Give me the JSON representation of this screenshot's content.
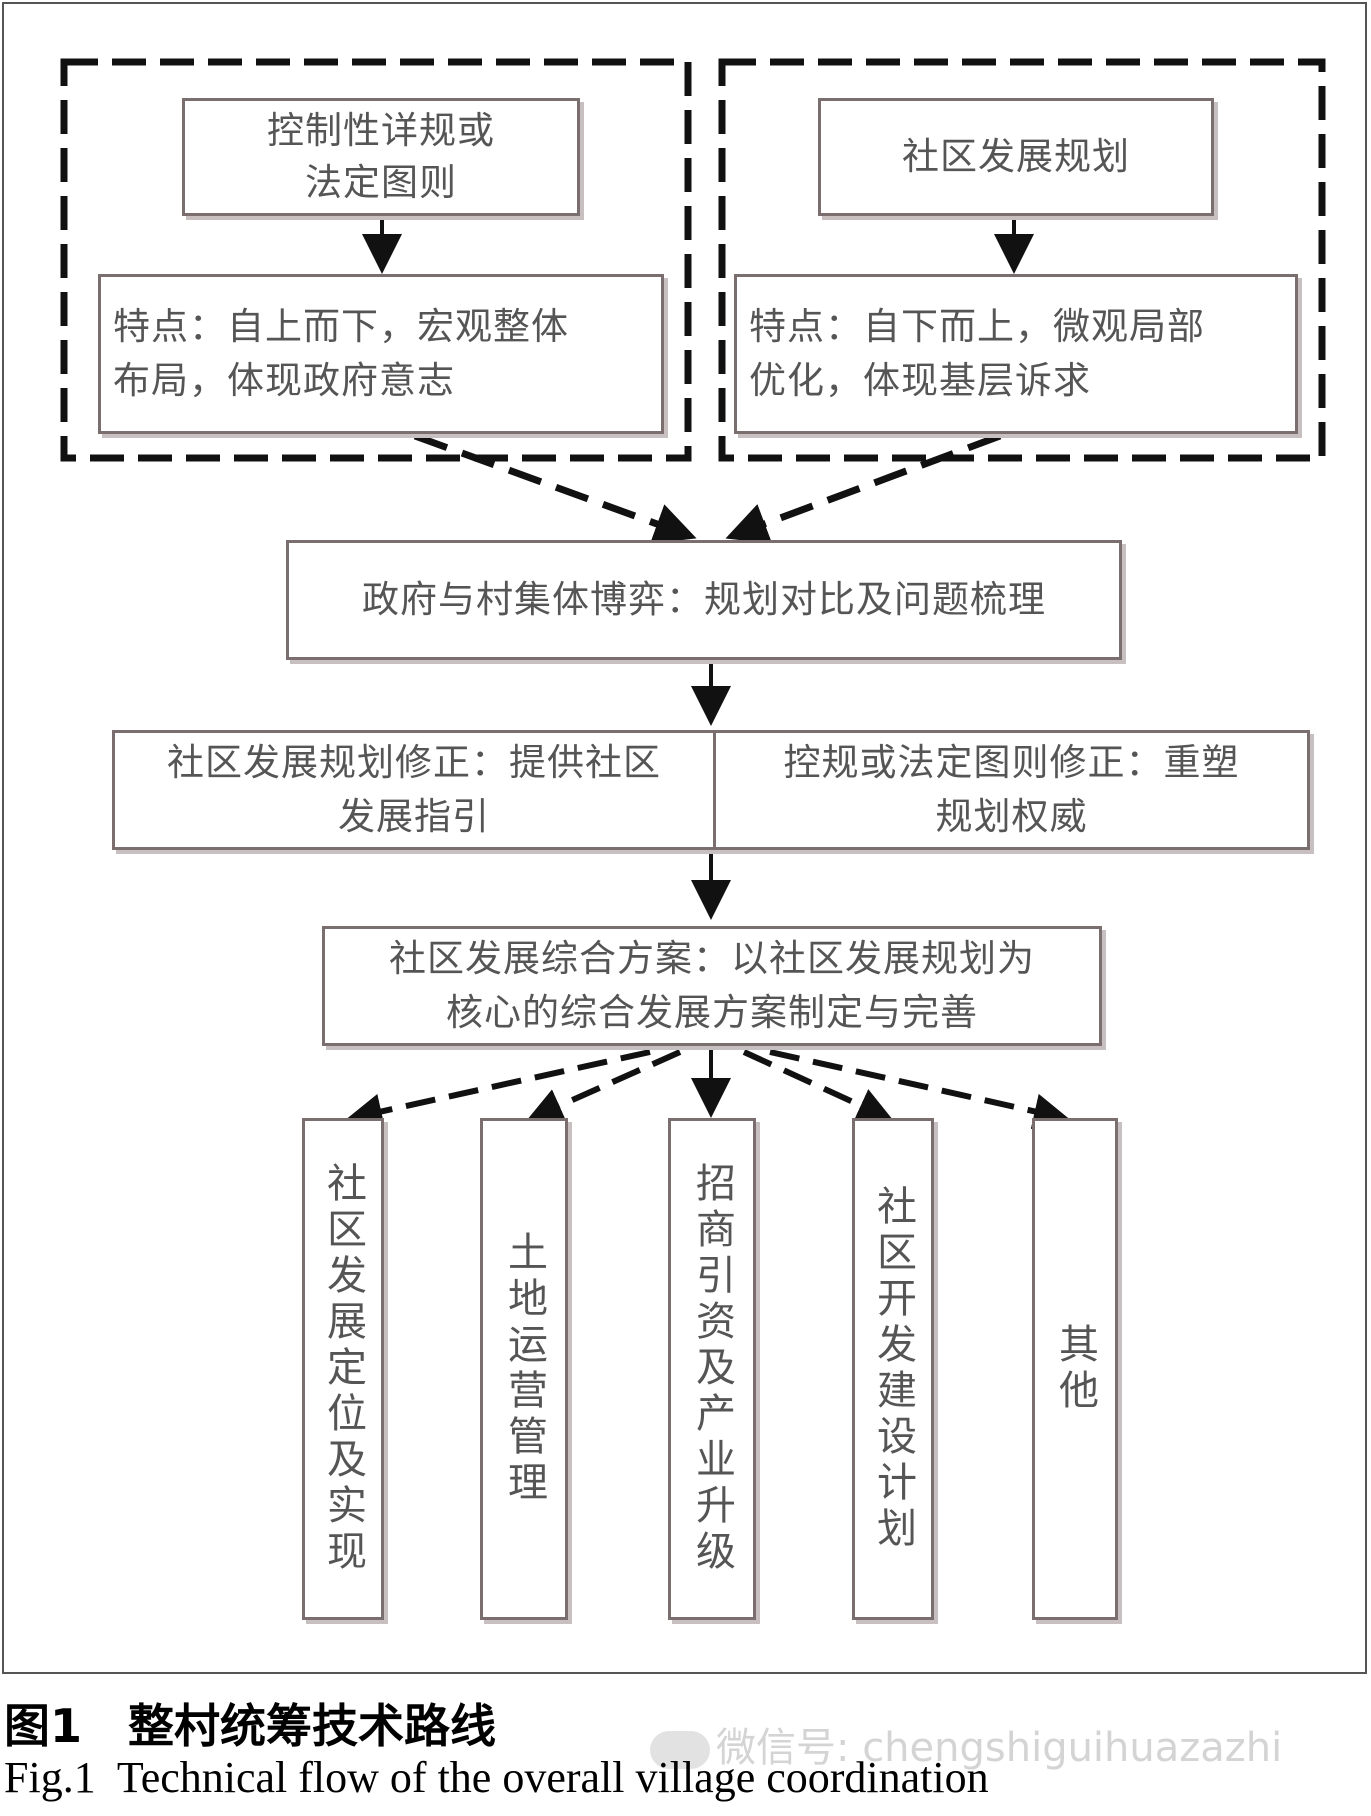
{
  "diagram": {
    "top_left": {
      "source_box": "控制性详规或\n法定图则",
      "feature_box": "特点：自上而下，宏观整体\n布局，体现政府意志"
    },
    "top_right": {
      "source_box": "社区发展规划",
      "feature_box": "特点：自下而上，微观局部\n优化，体现基层诉求"
    },
    "game_box": "政府与村集体博弈：规划对比及问题梳理",
    "revision_left": "社区发展规划修正：提供社区\n发展指引",
    "revision_right": "控规或法定图则修正：重塑\n规划权威",
    "comprehensive_box": "社区发展综合方案：以社区发展规划为\n核心的综合发展方案制定与完善",
    "outputs": [
      "社区发展定位及实现",
      "土地运营管理",
      "招商引资及产业升级",
      "社区开发建设计划",
      "其他"
    ]
  },
  "caption": {
    "cn": "图1　整村统筹技术路线",
    "en": "Fig.1  Technical flow of the overall village coordination"
  },
  "watermark": "微信号: chengshiguihuazazhi"
}
